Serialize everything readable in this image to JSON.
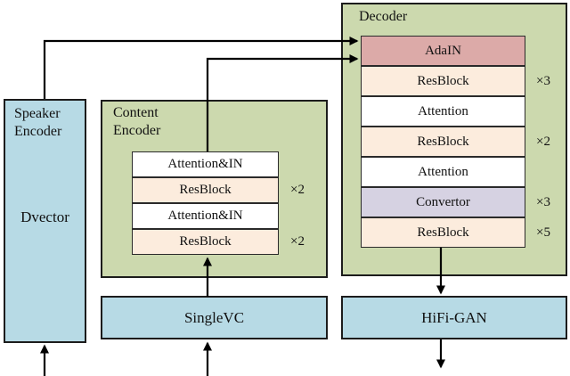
{
  "colors": {
    "panel_green": "#ccd9ae",
    "box_blue": "#b7dae5",
    "adain_pink": "#dcaaa8",
    "resblock_peach": "#fcecdd",
    "convertor_lavender": "#d6d2e2",
    "attention_white": "#ffffff",
    "line_black": "#1c1c1c"
  },
  "speaker_encoder": {
    "title": "Speaker Encoder",
    "body": "Dvector"
  },
  "content_encoder": {
    "title": "Content Encoder",
    "blocks": [
      {
        "label": "Attention&IN",
        "multiplier": ""
      },
      {
        "label": "ResBlock",
        "multiplier": "×2"
      },
      {
        "label": "Attention&IN",
        "multiplier": ""
      },
      {
        "label": "ResBlock",
        "multiplier": "×2"
      }
    ]
  },
  "decoder": {
    "title": "Decoder",
    "blocks": [
      {
        "label": "AdaIN",
        "multiplier": ""
      },
      {
        "label": "ResBlock",
        "multiplier": "×3"
      },
      {
        "label": "Attention",
        "multiplier": ""
      },
      {
        "label": "ResBlock",
        "multiplier": "×2"
      },
      {
        "label": "Attention",
        "multiplier": ""
      },
      {
        "label": "Convertor",
        "multiplier": "×3"
      },
      {
        "label": "ResBlock",
        "multiplier": "×5"
      }
    ]
  },
  "vocoder_row": {
    "singlevc": "SingleVC",
    "hifigan": "HiFi-GAN"
  }
}
